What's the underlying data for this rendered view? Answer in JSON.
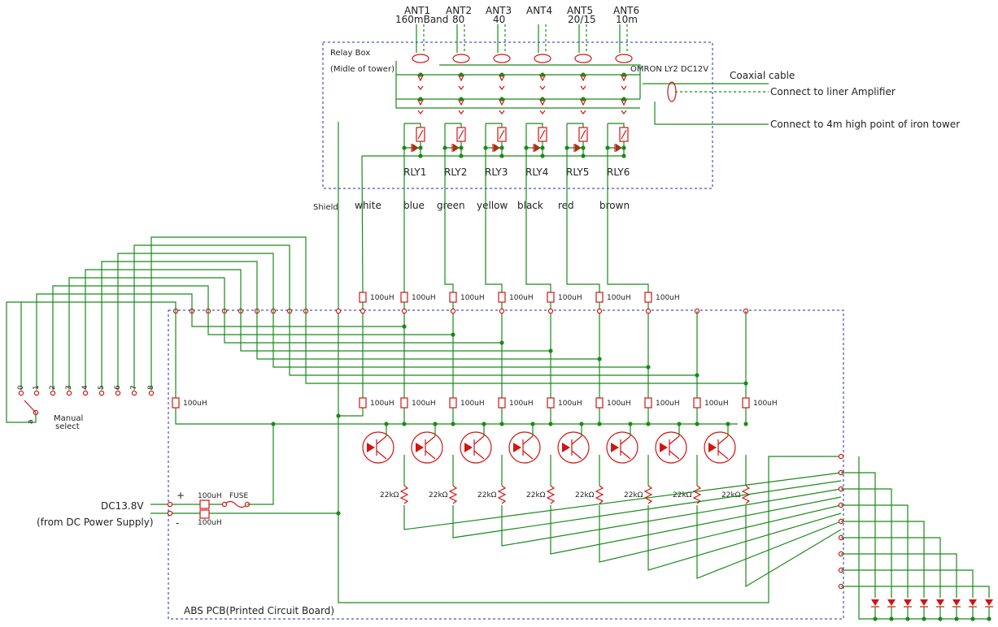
{
  "antennas": [
    {
      "name": "ANT1",
      "band": "160mBand"
    },
    {
      "name": "ANT2",
      "band": "80"
    },
    {
      "name": "ANT3",
      "band": "40"
    },
    {
      "name": "ANT4",
      "band": ""
    },
    {
      "name": "ANT5",
      "band": "20/15"
    },
    {
      "name": "ANT6",
      "band": "10m"
    }
  ],
  "relay_box": {
    "title": "Relay Box",
    "subtitle": "(Midle of tower)",
    "relay_model": "OMRON LY2 DC12V",
    "relays": [
      "RLY1",
      "RLY2",
      "RLY3",
      "RLY4",
      "RLY5",
      "RLY6"
    ]
  },
  "connections": {
    "coax": "Coaxial cable",
    "amplifier": "Connect to liner Amplifier",
    "tower": "Connect to 4m high point of iron tower"
  },
  "wire_colors": {
    "shield": "Shield",
    "list": [
      "white",
      "blue",
      "green",
      "yellow",
      "black",
      "red",
      "brown"
    ]
  },
  "inductor_label": "100uH",
  "resistor_label": "22kΩ",
  "switch": {
    "common": "a",
    "positions": [
      "0",
      "1",
      "2",
      "3",
      "4",
      "5",
      "6",
      "7",
      "8"
    ],
    "label_line1": "Manual",
    "label_line2": "select"
  },
  "power": {
    "voltage": "DC13.8V",
    "source": "(from DC Power Supply)",
    "plus": "+",
    "minus": "-",
    "fuse": "FUSE",
    "inductor_top": "100uH",
    "inductor_bottom": "100uH"
  },
  "pcb_label": "ABS PCB(Printed Circuit Board)",
  "colors": {
    "wire": "#1a8a1a",
    "component": "#d21414",
    "boundary": "#1e24c8"
  }
}
